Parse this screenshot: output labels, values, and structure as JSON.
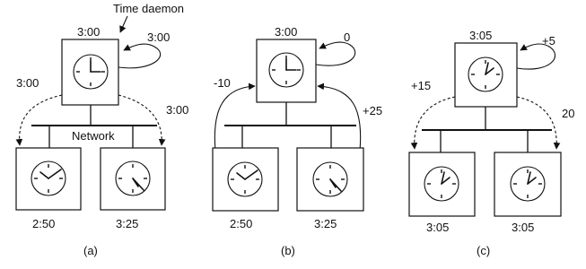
{
  "header": {
    "time_daemon_label": "Time daemon"
  },
  "network_label": "Network",
  "panels": [
    {
      "caption": "(a)",
      "master_time": "3:00",
      "loop_label": "3:00",
      "left_arrow_label": "3:00",
      "right_arrow_label": "3:00",
      "left_machine_time": "2:50",
      "right_machine_time": "3:25"
    },
    {
      "caption": "(b)",
      "master_time": "3:00",
      "loop_label": "0",
      "left_arrow_label": "-10",
      "right_arrow_label": "+25",
      "left_machine_time": "2:50",
      "right_machine_time": "3:25"
    },
    {
      "caption": "(c)",
      "master_time": "3:05",
      "loop_label": "+5",
      "left_arrow_label": "+15",
      "right_arrow_label": "20",
      "left_machine_time": "3:05",
      "right_machine_time": "3:05"
    }
  ]
}
